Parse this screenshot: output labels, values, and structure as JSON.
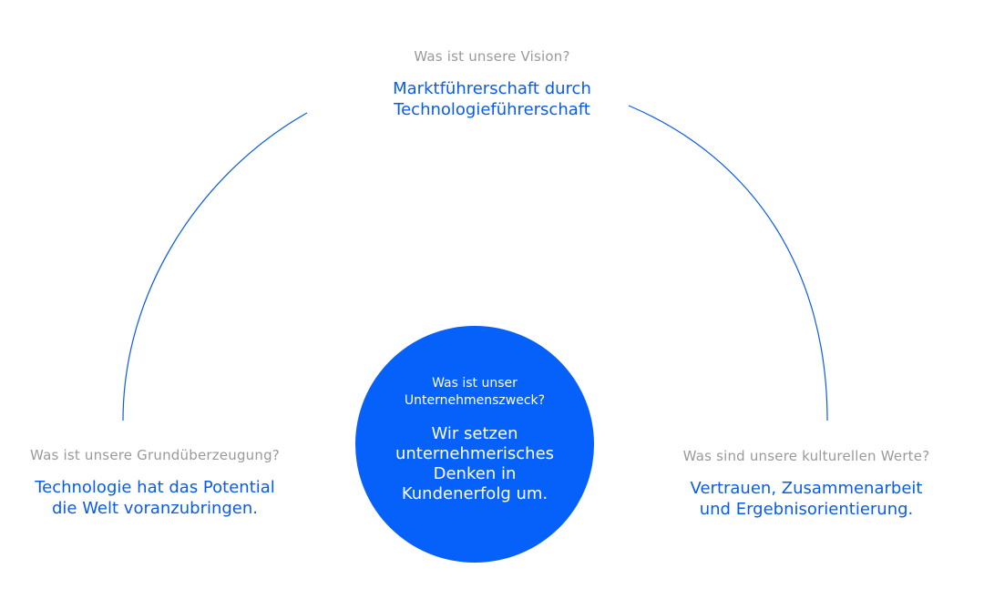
{
  "vision": {
    "question": "Was ist unsere Vision?",
    "answer_line1": "Marktführerschaft durch",
    "answer_line2": "Technologieführerschaft"
  },
  "belief": {
    "question": "Was ist unsere Grundüberzeugung?",
    "answer_line1": "Technologie hat das Potential",
    "answer_line2": "die Welt voranzubringen."
  },
  "values": {
    "question": "Was sind unsere kulturellen Werte?",
    "answer_line1": "Vertrauen, Zusammenarbeit",
    "answer_line2": "und Ergebnisorientierung."
  },
  "purpose": {
    "question_line1": "Was ist unser",
    "question_line2": "Unternehmenszweck?",
    "answer_line1": "Wir setzen",
    "answer_line2": "unternehmerisches",
    "answer_line3": "Denken in",
    "answer_line4": "Kundenerfolg um."
  },
  "colors": {
    "accent": "#0561f9",
    "question_text": "#9a9a9a",
    "answer_text": "#0a5ce8"
  }
}
